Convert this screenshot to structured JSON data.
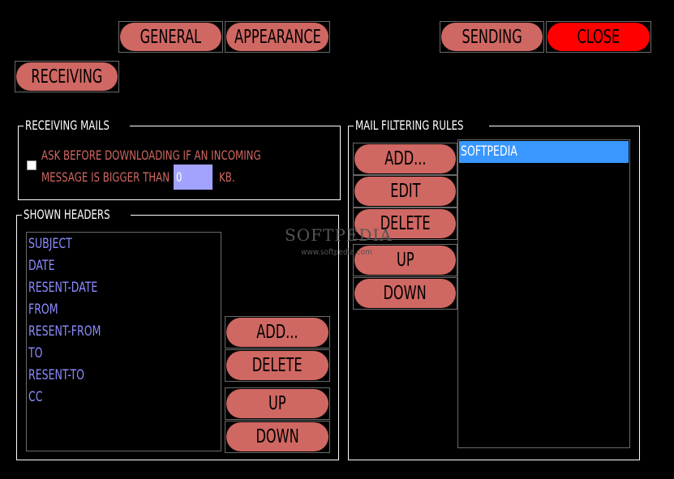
{
  "tabs": {
    "general": "GENERAL",
    "appearance": "APPEARANCE",
    "sending": "SENDING",
    "close": "CLOSE",
    "receiving": "RECEIVING"
  },
  "receiving_mails": {
    "title": "RECEIVING MAILS",
    "ask_line1": "ASK BEFORE DOWNLOADING IF AN INCOMING",
    "ask_line2": "MESSAGE IS BIGGER THAN",
    "size_value": "0",
    "unit": "KB.",
    "checked": false
  },
  "shown_headers": {
    "title": "SHOWN HEADERS",
    "items": [
      "SUBJECT",
      "DATE",
      "RESENT-DATE",
      "FROM",
      "RESENT-FROM",
      "TO",
      "RESENT-TO",
      "CC"
    ],
    "add_label": "ADD...",
    "delete_label": "DELETE",
    "up_label": "UP",
    "down_label": "DOWN"
  },
  "mail_filtering": {
    "title": "MAIL FILTERING RULES",
    "items": [
      "SOFTPEDIA"
    ],
    "add_label": "ADD...",
    "edit_label": "EDIT",
    "delete_label": "DELETE",
    "up_label": "UP",
    "down_label": "DOWN"
  },
  "watermark": {
    "name": "SOFTPEDIA",
    "url": "www.softpedia.com"
  },
  "colors": {
    "button": "#cf6762",
    "close_button": "#ff0000",
    "list_text": "#8c8cff",
    "selection": "#3a97ff"
  }
}
